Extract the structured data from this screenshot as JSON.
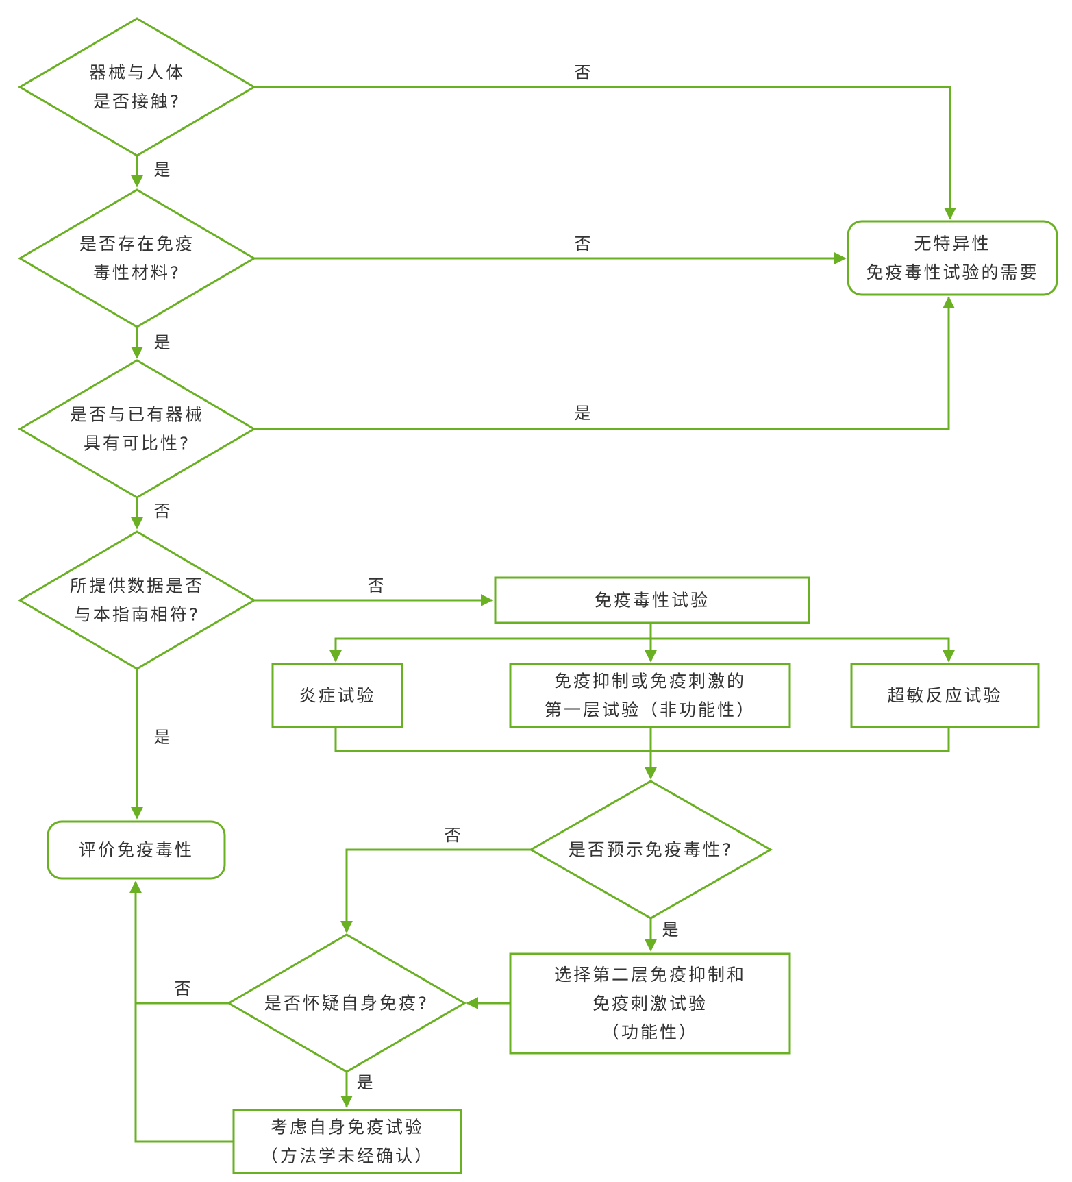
{
  "colors": {
    "line": "#6ab023",
    "text": "#333333",
    "background": "#ffffff"
  },
  "nodes": {
    "d_contact": {
      "shape": "diamond",
      "lines": [
        "器械与人体",
        "是否接触?"
      ]
    },
    "d_immunotoxic_material": {
      "shape": "diamond",
      "lines": [
        "是否存在免疫",
        "毒性材料?"
      ]
    },
    "d_comparable": {
      "shape": "diamond",
      "lines": [
        "是否与已有器械",
        "具有可比性?"
      ]
    },
    "d_data_conform": {
      "shape": "diamond",
      "lines": [
        "所提供数据是否",
        "与本指南相符?"
      ]
    },
    "n_no_specific": {
      "shape": "rounded",
      "lines": [
        "无特异性",
        "免疫毒性试验的需要"
      ]
    },
    "n_immunotox_test": {
      "shape": "rect",
      "lines": [
        "免疫毒性试验"
      ]
    },
    "n_inflammation": {
      "shape": "rect",
      "lines": [
        "炎症试验"
      ]
    },
    "n_tier1": {
      "shape": "rect",
      "lines": [
        "免疫抑制或免疫刺激的",
        "第一层试验（非功能性）"
      ]
    },
    "n_hypersensitivity": {
      "shape": "rect",
      "lines": [
        "超敏反应试验"
      ]
    },
    "n_evaluate": {
      "shape": "rounded",
      "lines": [
        "评价免疫毒性"
      ]
    },
    "d_predict": {
      "shape": "diamond",
      "lines": [
        "是否预示免疫毒性?"
      ]
    },
    "n_tier2": {
      "shape": "rect",
      "lines": [
        "选择第二层免疫抑制和",
        "免疫刺激试验",
        "（功能性）"
      ]
    },
    "d_autoimmune": {
      "shape": "diamond",
      "lines": [
        "是否怀疑自身免疫?"
      ]
    },
    "n_autoimmune_test": {
      "shape": "rect",
      "lines": [
        "考虑自身免疫试验",
        "（方法学未经确认）"
      ]
    }
  },
  "edges": [
    {
      "id": "e1",
      "from": "d_contact",
      "to": "n_no_specific",
      "label": "否"
    },
    {
      "id": "e2",
      "from": "d_contact",
      "to": "d_immunotoxic_material",
      "label": "是"
    },
    {
      "id": "e3",
      "from": "d_immunotoxic_material",
      "to": "n_no_specific",
      "label": "否"
    },
    {
      "id": "e4",
      "from": "d_immunotoxic_material",
      "to": "d_comparable",
      "label": "是"
    },
    {
      "id": "e5",
      "from": "d_comparable",
      "to": "n_no_specific",
      "label": "是"
    },
    {
      "id": "e6",
      "from": "d_comparable",
      "to": "d_data_conform",
      "label": "否"
    },
    {
      "id": "e7",
      "from": "d_data_conform",
      "to": "n_immunotox_test",
      "label": "否"
    },
    {
      "id": "e8",
      "from": "d_data_conform",
      "to": "n_evaluate",
      "label": "是"
    },
    {
      "id": "e9",
      "from": "n_immunotox_test",
      "to": "n_inflammation",
      "label": ""
    },
    {
      "id": "e10",
      "from": "n_immunotox_test",
      "to": "n_tier1",
      "label": ""
    },
    {
      "id": "e11",
      "from": "n_immunotox_test",
      "to": "n_hypersensitivity",
      "label": ""
    },
    {
      "id": "e12",
      "from": "n_inflammation",
      "to": "d_predict",
      "label": ""
    },
    {
      "id": "e13",
      "from": "n_tier1",
      "to": "d_predict",
      "label": ""
    },
    {
      "id": "e14",
      "from": "n_hypersensitivity",
      "to": "d_predict",
      "label": ""
    },
    {
      "id": "e15",
      "from": "d_predict",
      "to": "d_autoimmune",
      "label": "否"
    },
    {
      "id": "e16",
      "from": "d_predict",
      "to": "n_tier2",
      "label": "是"
    },
    {
      "id": "e17",
      "from": "n_tier2",
      "to": "d_autoimmune",
      "label": ""
    },
    {
      "id": "e18",
      "from": "d_autoimmune",
      "to": "n_evaluate",
      "label": "否"
    },
    {
      "id": "e19",
      "from": "d_autoimmune",
      "to": "n_autoimmune_test",
      "label": "是"
    },
    {
      "id": "e20",
      "from": "n_autoimmune_test",
      "to": "n_evaluate",
      "label": ""
    }
  ]
}
